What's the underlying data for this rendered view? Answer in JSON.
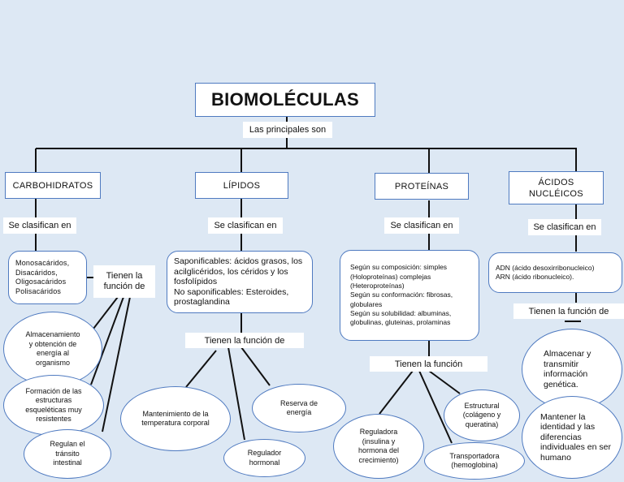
{
  "title": "BIOMOLÉCULAS",
  "root_connector": "Las principales son",
  "categories": [
    {
      "name": "CARBOHIDRATOS",
      "classify_label": "Se clasifican en",
      "classification": "Monosacáridos,\nDisacáridos,\nOligosacáridos\nPolisacáridos",
      "function_label": "Tienen la función de",
      "functions": [
        "Almacenamiento y obtención de energía al organismo",
        "Formación de las estructuras esqueléticas muy resistentes",
        "Regulan el tránsito intestinal"
      ]
    },
    {
      "name": "LÍPIDOS",
      "classify_label": "Se clasifican en",
      "classification": "Saponificables: ácidos grasos, los acilglicéridos, los céridos y los fosfolípidos\nNo saponificables: Esteroides, prostaglandina",
      "function_label": "Tienen la función de",
      "functions": [
        "Mantenimiento de la temperatura corporal",
        "Regulador hormonal",
        "Reserva de energía"
      ]
    },
    {
      "name": "PROTEÍNAS",
      "classify_label": "Se clasifican en",
      "classification": "Según su composición: simples (Holoproteínas) complejas (Heteroproteínas)\nSegún su conformación: fibrosas, globulares\nSegún su solubilidad: albuminas, globulinas, gluteinas, prolaminas",
      "function_label": "Tienen la función",
      "functions": [
        "Reguladora (insulina y hormona del crecimiento)",
        "Transportadora (hemoglobina)",
        "Estructural (colágeno y queratina)"
      ]
    },
    {
      "name": "ÁCIDOS NUCLÉICOS",
      "classify_label": "Se clasifican en",
      "classification": "ADN (ácido desoxirribonucleico)\nARN (ácido ribonucleico).",
      "function_label": "Tienen la función de",
      "functions": [
        "Almacenar y transmitir información genética.",
        "Mantener la identidad y las diferencias individuales en ser humano"
      ]
    }
  ]
}
